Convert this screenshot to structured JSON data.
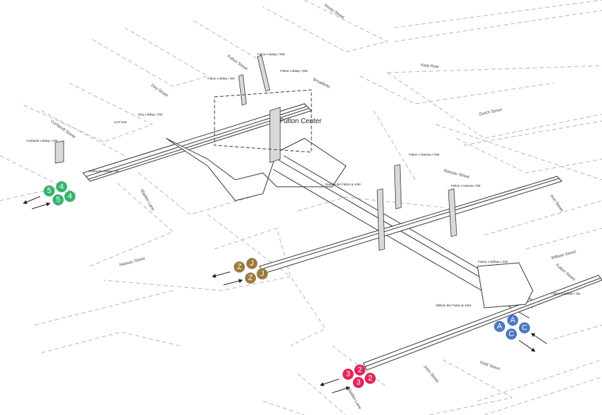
{
  "title": "Fulton Center",
  "colors": {
    "lines_4_5": "#36b36e",
    "lines_j_z": "#9a7a3f",
    "lines_2_3": "#e2265a",
    "lines_a_c": "#4c78c2"
  },
  "streets": [
    "Vesey Street",
    "Park Row",
    "Fulton Street",
    "Dey Street",
    "Broadway",
    "Dutch Street",
    "Cortlandt Street",
    "Maiden Lane",
    "Nassau Street",
    "Nassau Street",
    "Ann Street",
    "William Street",
    "Fulton Street",
    "John Street",
    "Gold Street",
    "Maiden Lane"
  ],
  "entrances": [
    "Fulton x Bdwy / NW",
    "Fulton x Bdwy / NW",
    "Fulton x Bdwy / SW",
    "Dey x Bdwy / SW",
    "to R train",
    "Cortlandt x Bdwy / SW",
    "Cortlandt x Bdwy / SE",
    "Nassau btn Fulton & John",
    "Fulton x Nassau / NW",
    "Fulton x Nassau / NE",
    "Fulton x William / SW",
    "Fulton x William / SE",
    "William btn Fulton & John"
  ],
  "bullets": {
    "green": [
      "5",
      "4",
      "5",
      "4"
    ],
    "brown": [
      "Z",
      "J",
      "Z",
      "J"
    ],
    "red": [
      "3",
      "2",
      "3",
      "2"
    ],
    "blue": [
      "A",
      "A",
      "C",
      "C"
    ]
  }
}
